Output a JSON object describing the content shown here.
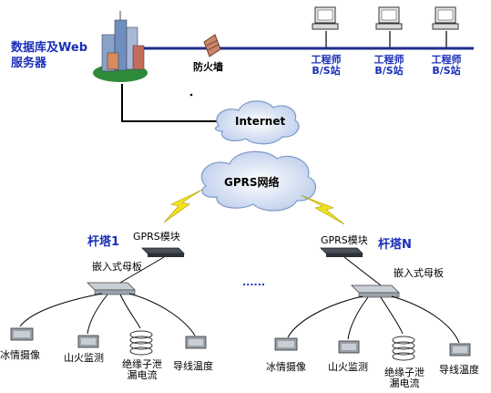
{
  "server": {
    "label_line1": "数据库及Web",
    "label_line2": "服务器"
  },
  "firewall": {
    "label": "防火墙"
  },
  "workstations": [
    {
      "line1": "工程师",
      "line2": "B/S站"
    },
    {
      "line1": "工程师",
      "line2": "B/S站"
    },
    {
      "line1": "工程师",
      "line2": "B/S站"
    }
  ],
  "internet": {
    "label": "Internet"
  },
  "gprs_network": {
    "label": "GPRS网络"
  },
  "tower_left": {
    "name": "杆塔1",
    "gprs_module": "GPRS模块",
    "board": "嵌入式母板",
    "devices": [
      {
        "label": "冰情摄像"
      },
      {
        "label": "山火监测"
      },
      {
        "label_line1": "绝缘子泄",
        "label_line2": "漏电流"
      },
      {
        "label": "导线温度"
      }
    ]
  },
  "tower_right": {
    "name": "杆塔N",
    "gprs_module": "GPRS模块",
    "board": "嵌入式母板",
    "devices": [
      {
        "label": "冰情摄像"
      },
      {
        "label": "山火监测"
      },
      {
        "label_line1": "绝缘子泄",
        "label_line2": "漏电流"
      },
      {
        "label": "导线温度"
      }
    ]
  },
  "ellipsis": {
    "label": "......"
  },
  "colors": {
    "label_blue": "#1a2fb8",
    "network_line": "#1f2d8c",
    "cloud": "#c9d8ee"
  }
}
